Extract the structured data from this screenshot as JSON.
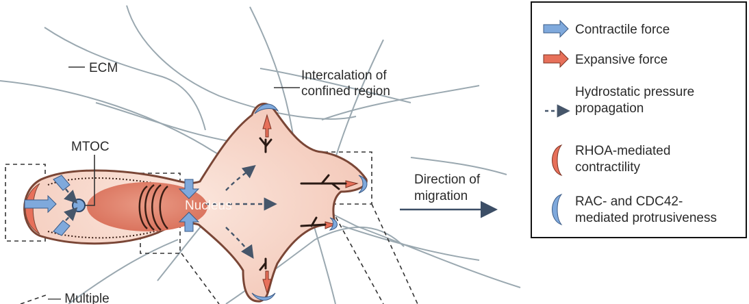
{
  "labels": {
    "ecm": "ECM",
    "mtoc": "MTOC",
    "nucleus": "Nucleus",
    "intercalation_line1": "Intercalation of",
    "intercalation_line2": "confined region",
    "direction_line1": "Direction of",
    "direction_line2": "migration",
    "cutoff_bottom_left": "— Multiple"
  },
  "legend": {
    "items": [
      {
        "icon": "contractile-force-arrow-icon",
        "lines": [
          "Contractile force"
        ]
      },
      {
        "icon": "expansive-force-arrow-icon",
        "lines": [
          "Expansive force"
        ]
      },
      {
        "icon": "dashed-arrow-icon",
        "lines": [
          "Hydrostatic pressure",
          "propagation"
        ]
      },
      {
        "icon": "red-half-crescent-icon",
        "lines": [
          "RHOA-mediated",
          "contractility"
        ]
      },
      {
        "icon": "blue-half-crescent-icon",
        "lines": [
          "RAC- and CDC42-",
          "mediated protrusiveness"
        ]
      }
    ]
  },
  "colors": {
    "cell_fill": "#f9dcd0",
    "cell_outline": "#7a4636",
    "nucleus": "#e0806a",
    "contractile_blue": "#7fa9dc",
    "expansive_red": "#e7705a",
    "ecm_fiber": "#9aa8b0",
    "text": "#2a2a2a"
  }
}
